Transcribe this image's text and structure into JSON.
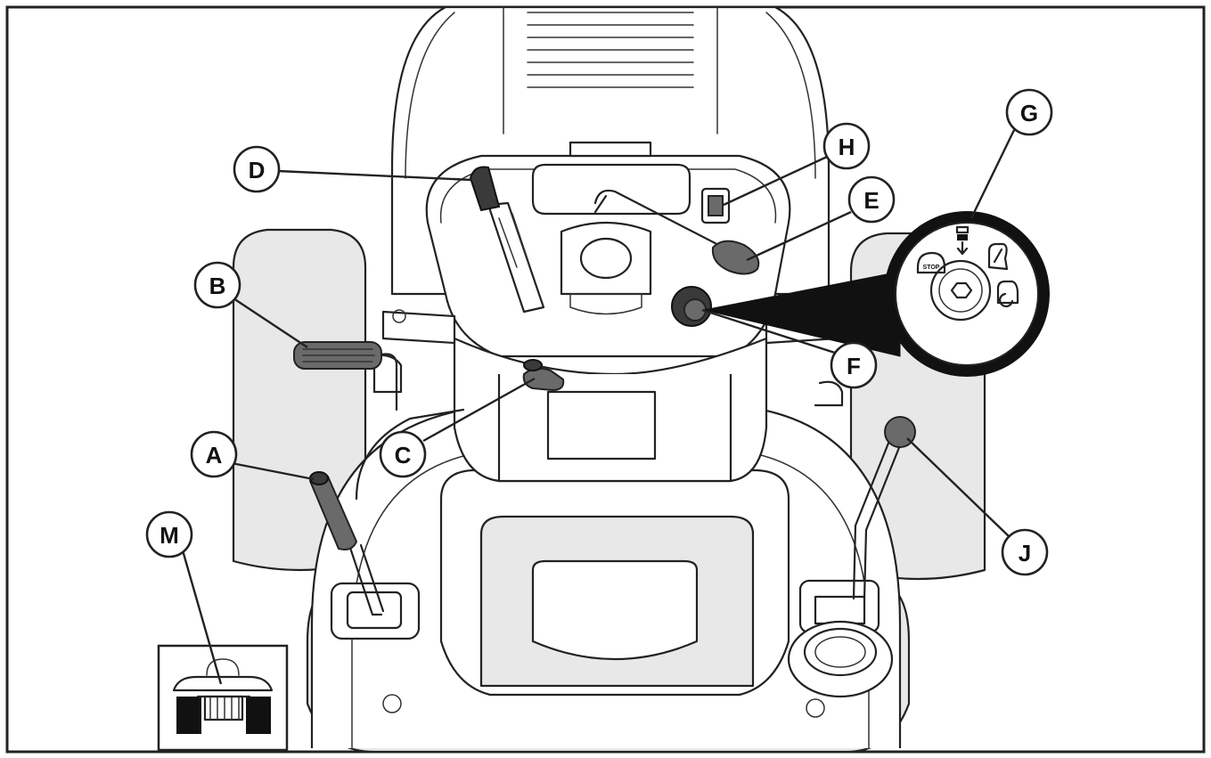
{
  "callouts": {
    "A": "A",
    "B": "B",
    "C": "C",
    "D": "D",
    "E": "E",
    "F": "F",
    "G": "G",
    "H": "H",
    "J": "J",
    "M": "M"
  },
  "ignition_inset": {
    "stop_label": "STOP",
    "symbols": [
      "stop-icon",
      "lights-choke-icon",
      "run-icon",
      "start-icon",
      "key-slot-icon"
    ]
  },
  "colors": {
    "line": "#222222",
    "shade": "#e8e8e8",
    "dark_grip": "#6a6a6a"
  }
}
